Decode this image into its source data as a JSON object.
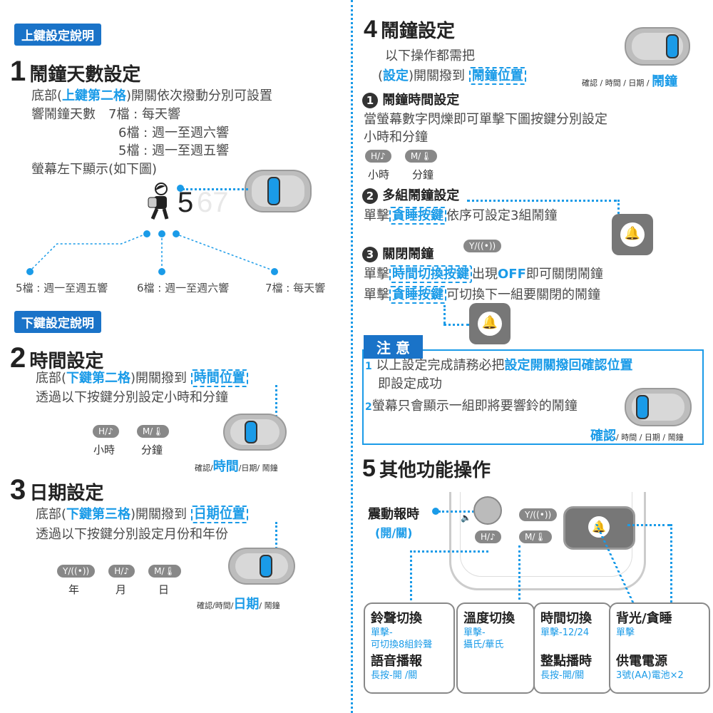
{
  "left": {
    "upper_tag": "上鍵設定說明",
    "s1": {
      "num": "1",
      "title": "鬧鐘天數設定",
      "line1_a": "底部(",
      "line1_b": "上鍵第二格",
      "line1_c": ")開關依次撥動分別可設置",
      "line2": "響鬧鐘天數　7檔 : 每天響",
      "line3": "6檔 : 週一至週六響",
      "line4": "5檔 : 週一至週五響",
      "line5": "螢幕左下顯示(如下圖)",
      "digit": "5",
      "faded": "67",
      "opt5": "5檔 : 週一至週五響",
      "opt6": "6檔 : 週一至週六響",
      "opt7": "7檔 : 每天響"
    },
    "lower_tag": "下鍵設定說明",
    "s2": {
      "num": "2",
      "title": "時間設定",
      "line1_a": "底部(",
      "line1_b": "下鍵第二格",
      "line1_c": ")開關撥到",
      "line1_box": "時間位置",
      "line2": "透過以下按鍵分別設定小時和分鐘",
      "key_h": "H/♪",
      "key_m": "M/🌡",
      "lbl_h": "小時",
      "lbl_m": "分鐘",
      "pos_a": "確認/",
      "pos_b": "時間",
      "pos_c": "/日期/ 鬧鐘"
    },
    "s3": {
      "num": "3",
      "title": "日期設定",
      "line1_a": "底部(",
      "line1_b": "下鍵第三格",
      "line1_c": ")開關撥到",
      "line1_box": "日期位置",
      "line2": "透過以下按鍵分別設定月份和年份",
      "key_y": "Y/((•))",
      "key_h": "H/♪",
      "key_m": "M/🌡",
      "lbl_y": "年",
      "lbl_h": "月",
      "lbl_m": "日",
      "pos_a": "確認/時間/",
      "pos_b": "日期",
      "pos_c": "/ 鬧鐘"
    }
  },
  "right": {
    "s4": {
      "num": "4",
      "title": "鬧鐘設定",
      "line1": "以下操作都需把",
      "line2_a": "(",
      "line2_b": "設定",
      "line2_c": ")開關撥到",
      "line2_box": "鬧鐘位置",
      "pos_a": "確認 / 時間 / 日期 /",
      "pos_b": "鬧鐘",
      "sub1_num": "1",
      "sub1_title": "鬧鐘時間設定",
      "sub1_l1": "當螢幕數字閃爍即可單擊下圖按鍵分別設定",
      "sub1_l2": "小時和分鐘",
      "key_h": "H/♪",
      "key_m": "M/🌡",
      "lbl_h": "小時",
      "lbl_m": "分鐘",
      "sub2_num": "2",
      "sub2_title": "多組鬧鐘設定",
      "sub2_l1_a": "單擊",
      "sub2_l1_box": "貪睡按鍵",
      "sub2_l1_c": "依序可設定3組鬧鐘",
      "sub3_num": "3",
      "sub3_title": "關閉鬧鐘",
      "key_y": "Y/((•))",
      "sub3_l1_a": "單擊",
      "sub3_l1_box": "時間切換按鍵",
      "sub3_l1_c": "出現",
      "sub3_l1_off": "OFF",
      "sub3_l1_d": "即可關閉鬧鐘",
      "sub3_l2_a": "單擊",
      "sub3_l2_box": "貪睡按鍵",
      "sub3_l2_c": "可切換下一組要關閉的鬧鐘"
    },
    "note": {
      "tag": "注 意",
      "n1": "1",
      "l1_a": "以上設定完成請務必把",
      "l1_b": "設定開關撥回確認位置",
      "l1_c": "即設定成功",
      "n2": "2",
      "l2": "螢幕只會顯示一組即將要響鈴的鬧鐘",
      "pos_a": "確認",
      "pos_b": "/ 時間 / 日期 / 鬧鐘"
    },
    "s5": {
      "num": "5",
      "title": "其他功能操作",
      "vibrate": "震動報時",
      "vibrate_sub": "(開/關)",
      "key_y": "Y/((•))",
      "key_h": "H/♪",
      "key_m": "M/🌡",
      "boxes": [
        {
          "t1": "鈴聲切換",
          "s1": "單擊-",
          "s2": "可切換8組鈴聲",
          "t2": "語音播報",
          "s3": "長按-開 /關"
        },
        {
          "t1": "溫度切換",
          "s1": "單擊-",
          "s2": "攝氏/華氏",
          "t2": "",
          "s3": ""
        },
        {
          "t1": "時間切換",
          "s1": "單擊-12/24",
          "s2": "",
          "t2": "整點播時",
          "s3": "長按-開/關"
        },
        {
          "t1": "背光/貪睡",
          "s1": "單擊",
          "s2": "",
          "t2": "供電電源",
          "s3": "3號(AA)電池×2"
        }
      ]
    }
  },
  "icons": {
    "bell": "bell-icon",
    "child": "child-icon",
    "speaker": "speaker-icon"
  },
  "colors": {
    "accent": "#1a9be8",
    "tag_bg": "#1a73c8"
  }
}
